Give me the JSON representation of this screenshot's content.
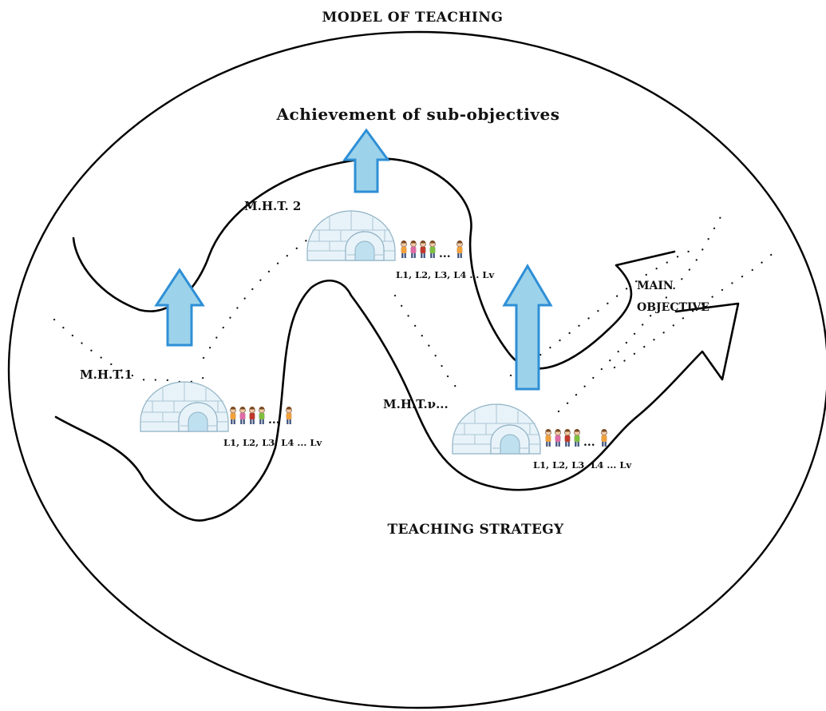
{
  "title": "MODEL OF TEACHING",
  "subtitle": "Achievement of sub-objectives",
  "main_objective": [
    "MAIN",
    "OBJECTIVE"
  ],
  "footer": "TEACHING STRATEGY",
  "stations": [
    {
      "label": "M.H.T.1",
      "learners": "L1, L2, L3, L4 ... Lv"
    },
    {
      "label": "M.H.T. 2",
      "learners": "L1, L2, L3, L4 ... Lv"
    },
    {
      "label": "M.H.T.ν...",
      "learners": "L1, L2, L3, L4 ... Lv"
    }
  ],
  "learner_ellipsis": "...",
  "colors": {
    "arrow_fill": "#9dd3ea",
    "arrow_stroke": "#2e8fd6",
    "igloo_fill": "#e8f3f9",
    "outline": "#000000"
  },
  "learner_shirt_colors": [
    "#f2a13a",
    "#e06aa6",
    "#c0392b",
    "#7fbf3f",
    "#f2a13a"
  ]
}
